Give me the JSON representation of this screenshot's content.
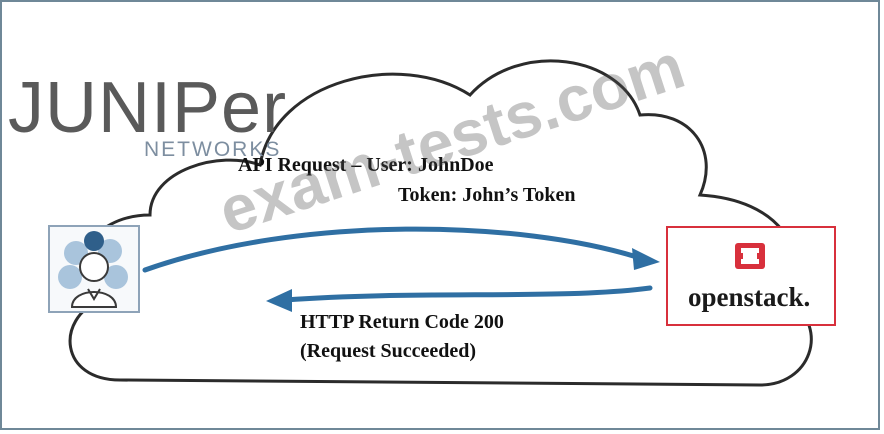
{
  "logo": {
    "main": "JUNIPer",
    "sub": "NETWORKS"
  },
  "watermark": "exam-tests.com",
  "request": {
    "line1": "API Request – User: JohnDoe",
    "line2": "Token: John’s Token"
  },
  "response": {
    "line1": "HTTP Return Code 200",
    "line2": "(Request Succeeded)"
  },
  "openstack": {
    "label": "openstack."
  },
  "icons": {
    "user": "user-avatar-icon",
    "openstack": "openstack-logo-icon"
  },
  "colors": {
    "arrow": "#2f6fa3",
    "openstack_red": "#d8303c",
    "cloud_stroke": "#2b2b2b"
  }
}
